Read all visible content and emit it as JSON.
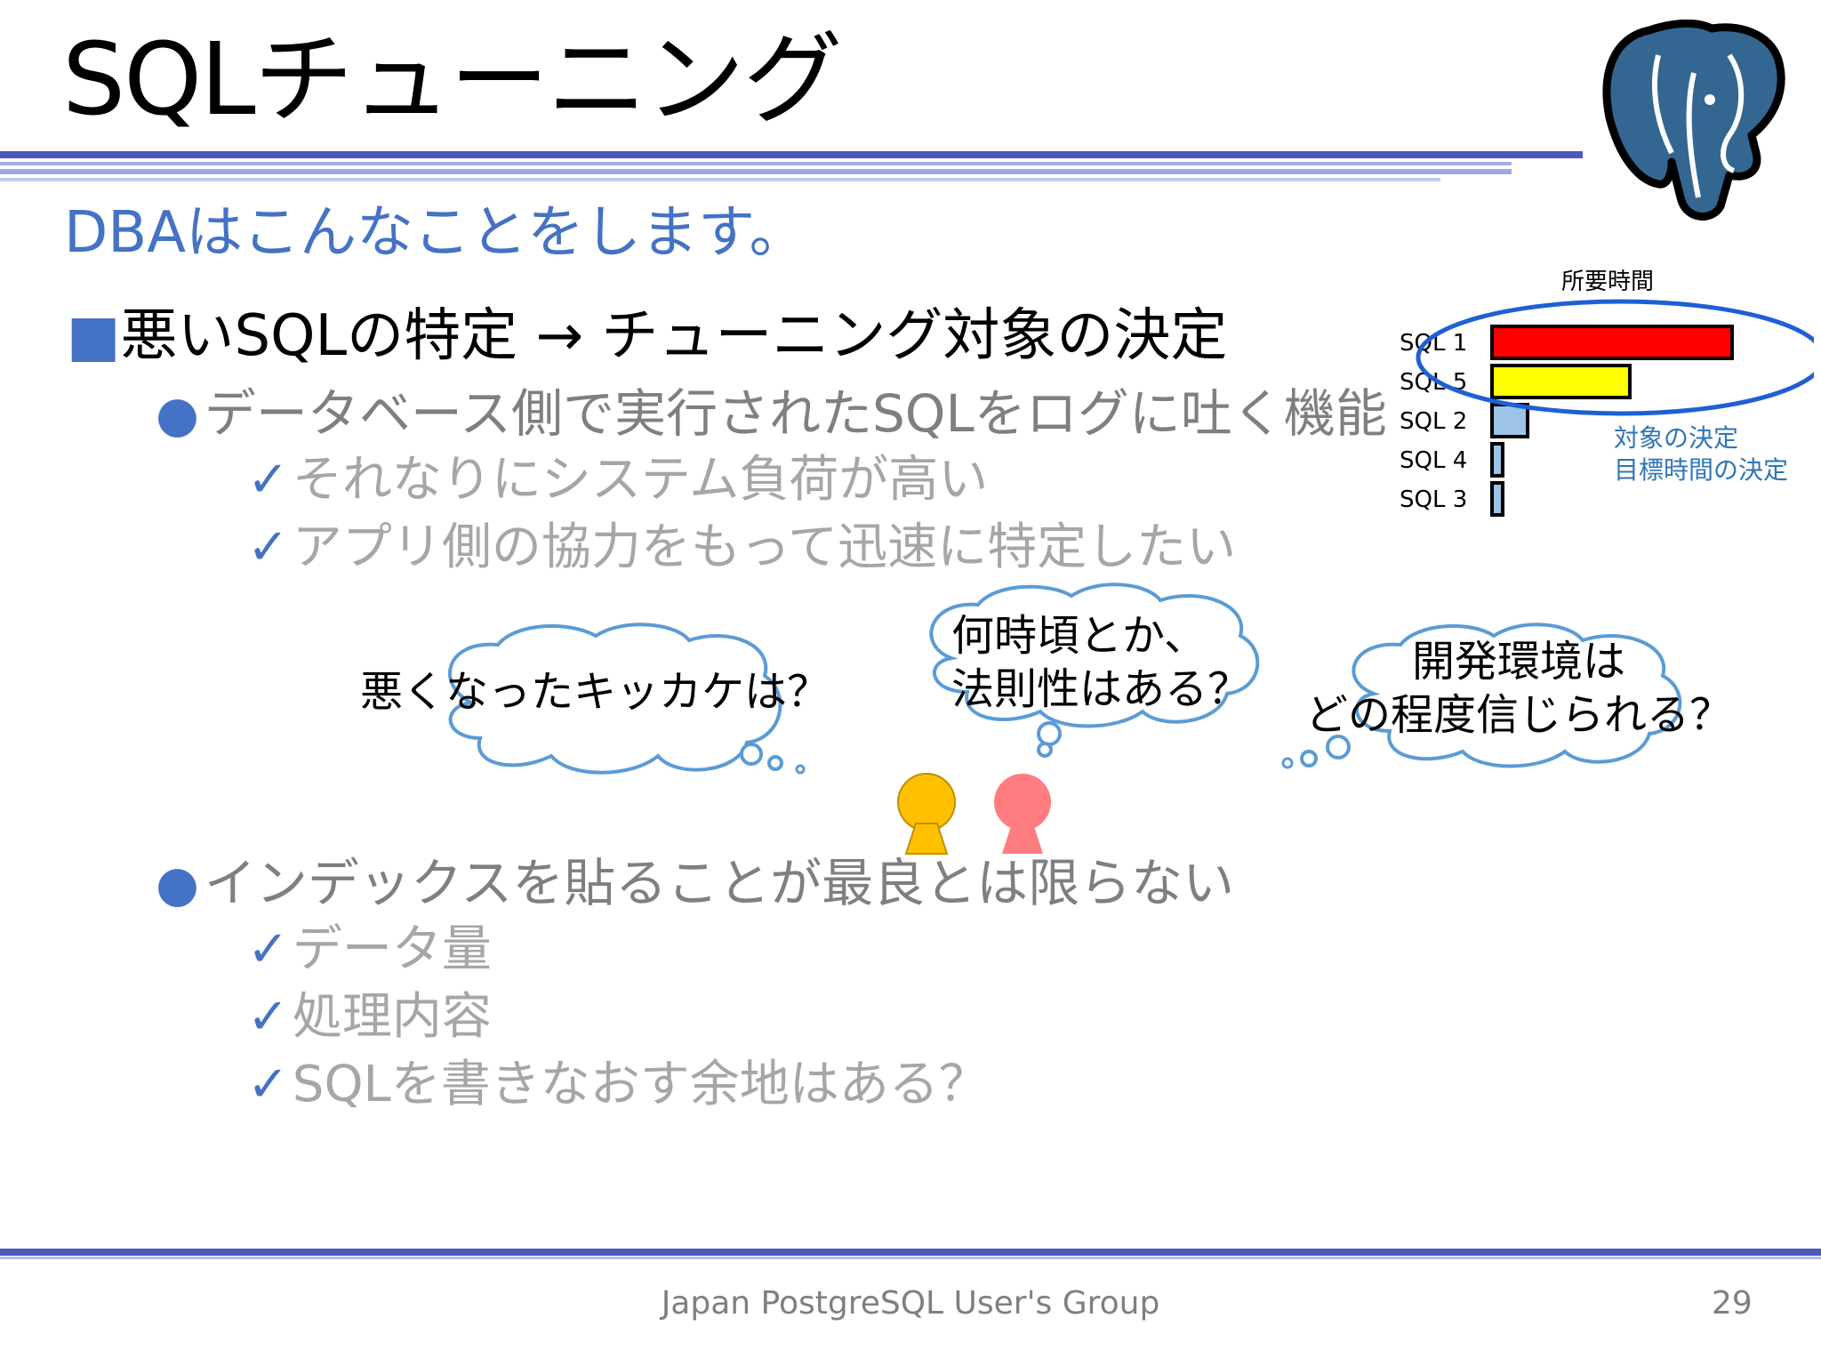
{
  "slide": {
    "title": "SQLチューニング",
    "subtitle": "DBAはこんなことをします。",
    "section1": {
      "heading": "悪いSQLの特定 → チューニング対象の決定",
      "bullet": "データベース側で実行されたSQLをログに吐く機能",
      "checks": [
        "それなりにシステム負荷が高い",
        "アプリ側の協力をもって迅速に特定したい"
      ]
    },
    "section2": {
      "bullet": "インデックスを貼ることが最良とは限らない",
      "checks": [
        "データ量",
        "処理内容",
        "SQLを書きなおす余地はある？"
      ]
    },
    "bubbles": [
      {
        "text": "悪くなったキッカケは？"
      },
      {
        "line1": "何時頃とか、",
        "line2": "法則性はある？"
      },
      {
        "line1": "開発環境は",
        "line2": "どの程度信じられる？"
      }
    ],
    "footer": "Japan PostgreSQL User's Group",
    "page_number": "29",
    "colors": {
      "accent": "#4472c4",
      "person1": "#ffc000",
      "person2": "#ff7c80"
    },
    "logo": "postgresql-elephant-logo"
  },
  "chart_data": {
    "type": "bar",
    "title": "所要時間",
    "categories": [
      "SQL 1",
      "SQL 5",
      "SQL 2",
      "SQL 4",
      "SQL 3"
    ],
    "values": [
      270,
      155,
      40,
      12,
      12
    ],
    "bar_colors": [
      "#ff0000",
      "#ffff00",
      "#9dc3e6",
      "#9dc3e6",
      "#9dc3e6"
    ],
    "annotation_line1": "対象の決定",
    "annotation_line2": "目標時間の決定",
    "highlighted": [
      "SQL 1",
      "SQL 5"
    ]
  }
}
